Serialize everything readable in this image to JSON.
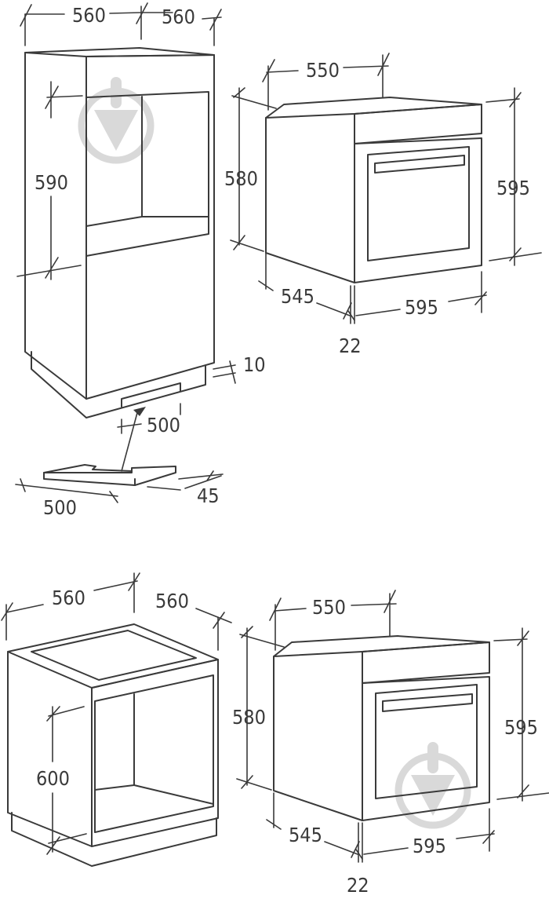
{
  "diagram": {
    "top": {
      "cabinet_tall": {
        "width_label": "560",
        "depth_label": "560",
        "niche_height_label": "590",
        "plinth_gap_label": "10",
        "vent_width_label": "500"
      },
      "vent_panel": {
        "width_label": "500",
        "depth_label": "45"
      },
      "oven": {
        "depth_top_label": "550",
        "height_body_label": "580",
        "height_total_label": "595",
        "depth_side_label": "545",
        "width_label": "595",
        "front_thickness_label": "22"
      }
    },
    "bottom": {
      "cabinet_base": {
        "width_label": "560",
        "depth_label": "560",
        "niche_height_label": "600"
      },
      "oven": {
        "depth_top_label": "550",
        "height_body_label": "580",
        "height_total_label": "595",
        "depth_side_label": "545",
        "width_label": "595",
        "front_thickness_label": "22"
      }
    },
    "watermark_icon": "download-arrow-circle",
    "colors": {
      "line": "#3a3a3a",
      "watermark": "#d9d9d9",
      "background": "#ffffff"
    }
  }
}
